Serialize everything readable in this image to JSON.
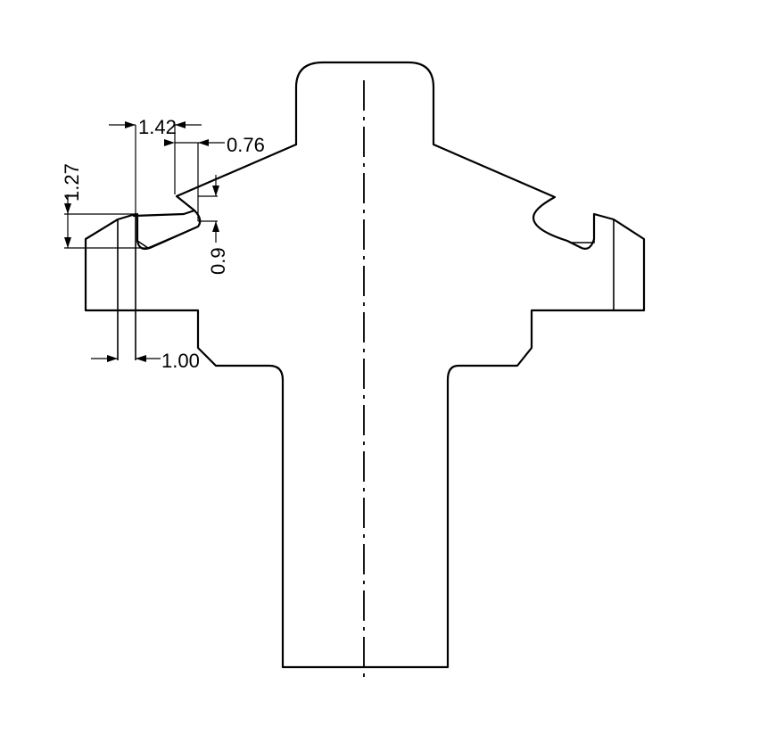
{
  "drawing": {
    "dimensions": {
      "d_142": "1.42",
      "d_076": "0.76",
      "d_127": "1.27",
      "d_09": "0.9",
      "d_100": "1.00"
    }
  }
}
